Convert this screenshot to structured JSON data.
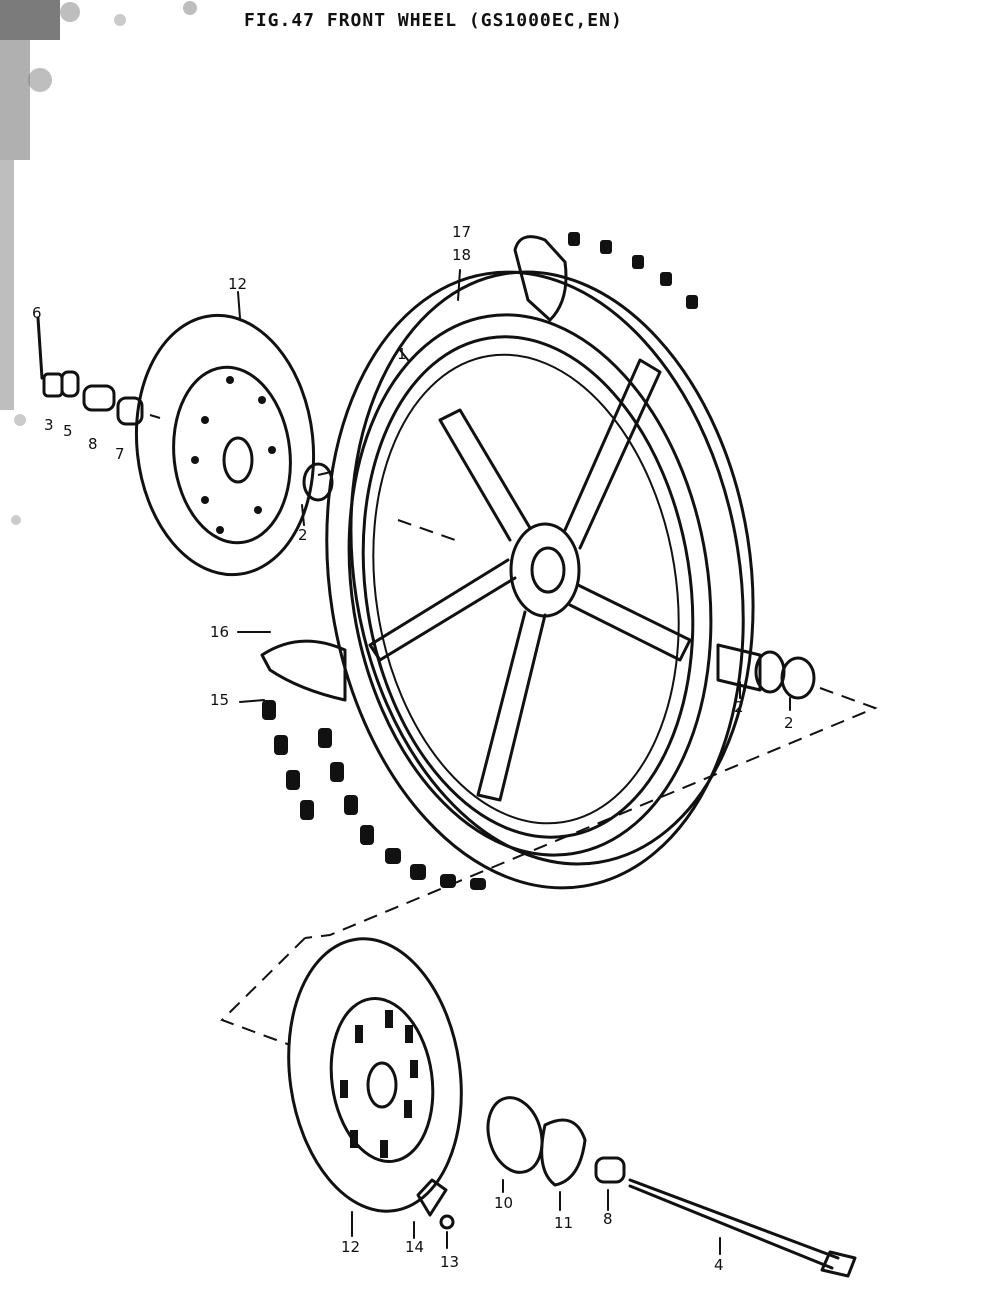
{
  "title": "FIG.47  FRONT WHEEL (GS1000EC,EN)",
  "callouts": [
    {
      "id": "c17",
      "label": "17"
    },
    {
      "id": "c18",
      "label": "18"
    },
    {
      "id": "c12a",
      "label": "12"
    },
    {
      "id": "c1",
      "label": "1"
    },
    {
      "id": "c6",
      "label": "6"
    },
    {
      "id": "c3",
      "label": "3"
    },
    {
      "id": "c5",
      "label": "5"
    },
    {
      "id": "c8a",
      "label": "8"
    },
    {
      "id": "c7",
      "label": "7"
    },
    {
      "id": "c2a",
      "label": "2"
    },
    {
      "id": "c16",
      "label": "16"
    },
    {
      "id": "c15",
      "label": "15"
    },
    {
      "id": "c2b",
      "label": "2"
    },
    {
      "id": "c2c",
      "label": "2"
    },
    {
      "id": "c10",
      "label": "10"
    },
    {
      "id": "c11",
      "label": "11"
    },
    {
      "id": "c8b",
      "label": "8"
    },
    {
      "id": "c12b",
      "label": "12"
    },
    {
      "id": "c14",
      "label": "14"
    },
    {
      "id": "c13",
      "label": "13"
    },
    {
      "id": "c4",
      "label": "4"
    }
  ]
}
